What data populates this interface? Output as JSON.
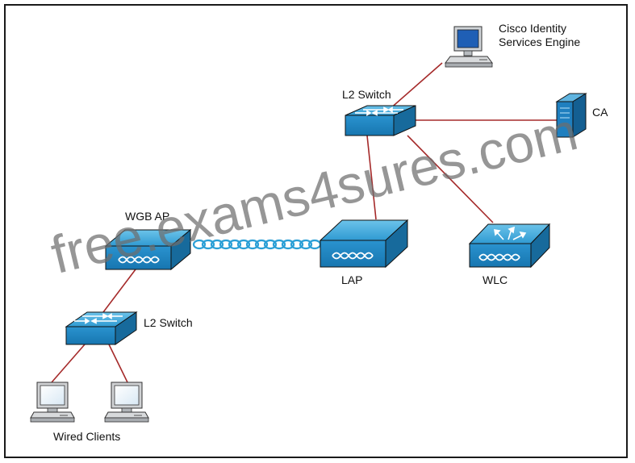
{
  "labels": {
    "ise_line1": "Cisco Identity",
    "ise_line2": "Services Engine",
    "core_switch": "L2 Switch",
    "ca": "CA",
    "wgb_ap": "WGB AP",
    "lap": "LAP",
    "wlc": "WLC",
    "access_switch": "L2 Switch",
    "wired_clients": "Wired Clients"
  },
  "watermark": "free.exams4sures.com",
  "colors": {
    "link": "#a52a2a",
    "device_top": "#3fa6d8",
    "device_front": "#1f86c0",
    "device_side": "#176a9c",
    "wireless": "#2b9fd6",
    "watermark": "#6e6e6e"
  }
}
